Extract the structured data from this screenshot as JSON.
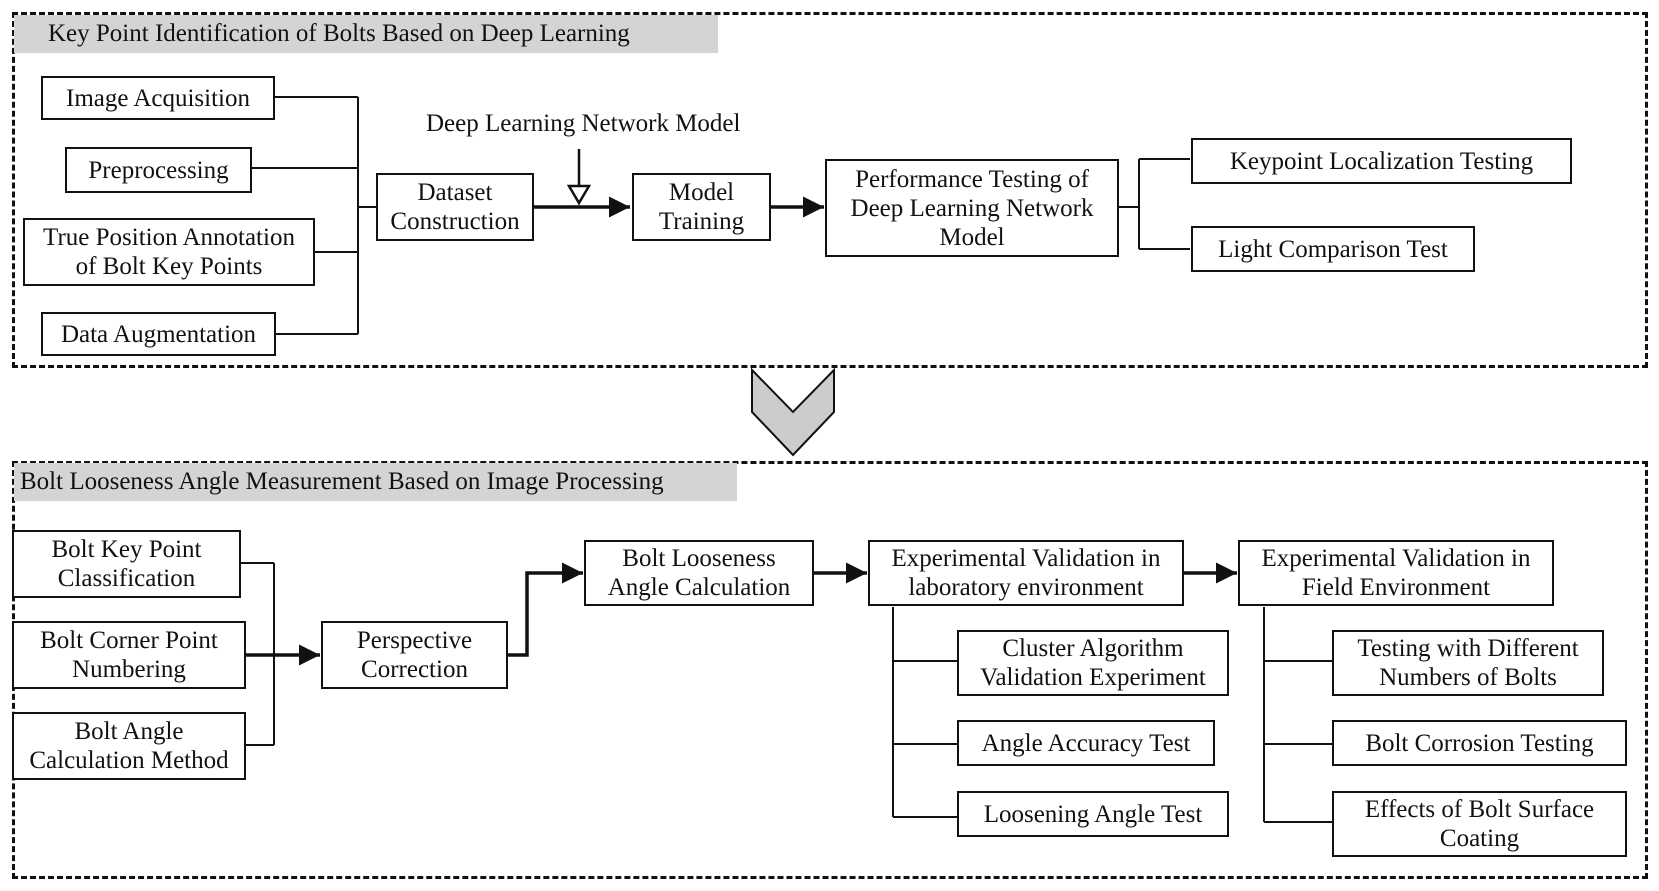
{
  "section1": {
    "title": "Key Point Identification of Bolts Based on Deep Learning",
    "inputs": [
      "Image Acquisition",
      "Preprocessing",
      "True Position Annotation\nof Bolt Key Points",
      "Data Augmentation"
    ],
    "dataset": "Dataset\nConstruction",
    "model_label": "Deep Learning Network Model",
    "training": "Model\nTraining",
    "performance": "Performance Testing of\nDeep Learning Network\nModel",
    "tests": [
      "Keypoint Localization Testing",
      "Light Comparison Test"
    ]
  },
  "section2": {
    "title": "Bolt Looseness Angle Measurement Based on Image Processing",
    "inputs": [
      "Bolt Key Point\nClassification",
      "Bolt Corner Point\nNumbering",
      "Bolt Angle\nCalculation Method"
    ],
    "perspective": "Perspective\nCorrection",
    "angle_calc": "Bolt Looseness\nAngle Calculation",
    "lab": "Experimental Validation in\nlaboratory environment",
    "field": "Experimental Validation in\nField Environment",
    "lab_tests": [
      "Cluster Algorithm\nValidation Experiment",
      "Angle Accuracy Test",
      "Loosening Angle Test"
    ],
    "field_tests": [
      "Testing with Different\nNumbers of Bolts",
      "Bolt Corrosion Testing",
      "Effects of Bolt Surface\nCoating"
    ]
  },
  "colors": {
    "line": "#111111",
    "title_bg": "#d4d4d4",
    "chevron": "#cccccc"
  }
}
